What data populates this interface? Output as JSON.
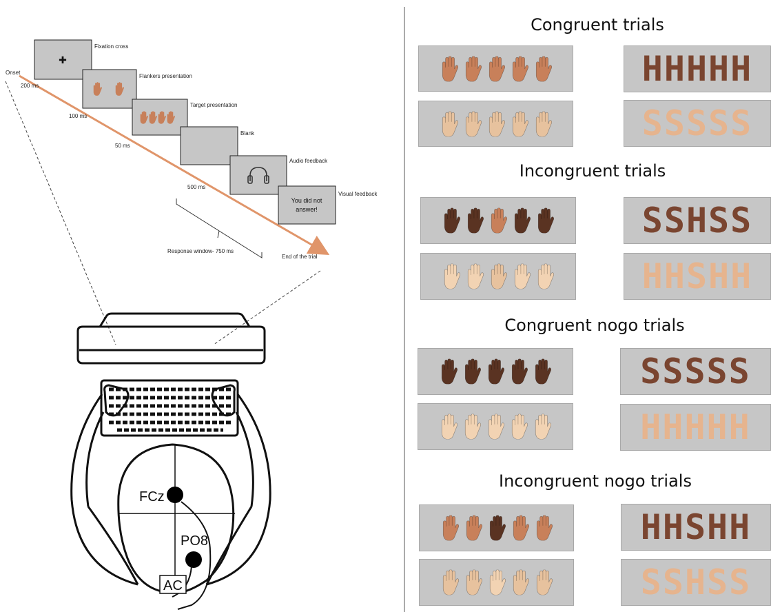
{
  "timeline": {
    "onset": "Onset",
    "durations": [
      "200 ms",
      "100 ms",
      "50 ms",
      "500 ms"
    ],
    "screens": [
      {
        "label": "Fixation cross"
      },
      {
        "label": "Flankers presentation"
      },
      {
        "label": "Target presentation"
      },
      {
        "label": "Blank"
      },
      {
        "label": "Audio feedback",
        "icon": "headphones-icon"
      },
      {
        "label": "Visual feedback",
        "text_line1": "You did not",
        "text_line2": "answer!"
      }
    ],
    "response_window": "Response window- 750 ms",
    "end": "End of the trial",
    "arrow_color": "#e0956a"
  },
  "eeg": {
    "electrodes": [
      "FCz",
      "PO8"
    ],
    "reference": "AC"
  },
  "conditions": [
    {
      "title": "Congruent trials",
      "rows": [
        {
          "hands": [
            "#c8805a",
            "#c8805a",
            "#c8805a",
            "#c8805a",
            "#c8805a"
          ],
          "letters": "HHHHH",
          "letter_color": "#7a4530"
        },
        {
          "hands": [
            "#e7c29e",
            "#e7c29e",
            "#e7c29e",
            "#e7c29e",
            "#e7c29e"
          ],
          "letters": "SSSSS",
          "letter_color": "#e6b48e"
        }
      ]
    },
    {
      "title": "Incongruent trials",
      "rows": [
        {
          "hands": [
            "#5a3322",
            "#5a3322",
            "#c8805a",
            "#5a3322",
            "#5a3322"
          ],
          "letters": "SSHSS",
          "letter_color": "#7a4530"
        },
        {
          "hands": [
            "#f2d3b3",
            "#f2d3b3",
            "#e7c29e",
            "#f2d3b3",
            "#f2d3b3"
          ],
          "letters": "HHSHH",
          "letter_color": "#e6b48e"
        }
      ]
    },
    {
      "title": "Congruent nogo trials",
      "rows": [
        {
          "hands": [
            "#5a3322",
            "#5a3322",
            "#5a3322",
            "#5a3322",
            "#5a3322"
          ],
          "letters": "SSSSS",
          "letter_color": "#7a4530"
        },
        {
          "hands": [
            "#f2d3b3",
            "#f2d3b3",
            "#f2d3b3",
            "#f2d3b3",
            "#f2d3b3"
          ],
          "letters": "HHHHH",
          "letter_color": "#e6b48e"
        }
      ]
    },
    {
      "title": "Incongruent nogo trials",
      "rows": [
        {
          "hands": [
            "#c8805a",
            "#c8805a",
            "#5a3322",
            "#c8805a",
            "#c8805a"
          ],
          "letters": "HHSHH",
          "letter_color": "#7a4530"
        },
        {
          "hands": [
            "#e7c29e",
            "#e7c29e",
            "#f2d3b3",
            "#e7c29e",
            "#e7c29e"
          ],
          "letters": "SSHSS",
          "letter_color": "#e6b48e"
        }
      ]
    }
  ]
}
